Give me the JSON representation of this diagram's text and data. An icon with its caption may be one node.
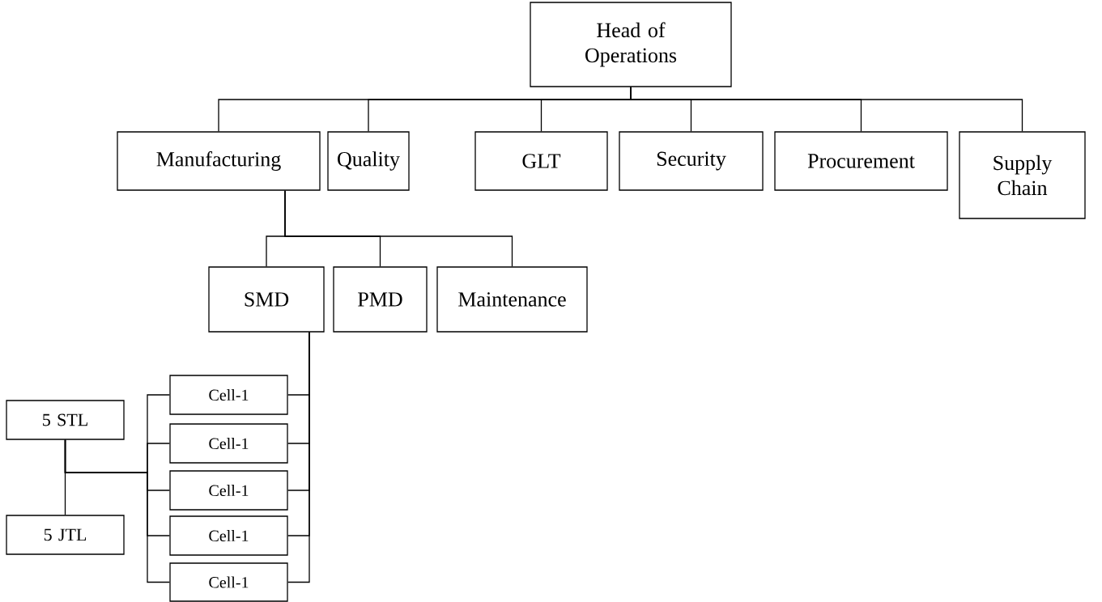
{
  "diagram": {
    "nodes": [
      {
        "text": [
          "Head of Operations"
        ]
      },
      {
        "text": [
          "Manufacturing"
        ]
      },
      {
        "text": [
          "Quality"
        ]
      },
      {
        "text": [
          "GLT"
        ]
      },
      {
        "text": [
          "Security"
        ]
      },
      {
        "text": [
          "Procurement"
        ]
      },
      {
        "text": [
          "Supply Chain"
        ]
      },
      {
        "text": [
          "SMD"
        ]
      },
      {
        "text": [
          "PMD"
        ]
      },
      {
        "text": [
          "Maintenance"
        ]
      },
      {
        "text": [
          "5 STL"
        ]
      },
      {
        "text": [
          "Cell-1"
        ]
      },
      {
        "text": [
          "Cell-1"
        ]
      },
      {
        "text": [
          "Cell-1"
        ]
      },
      {
        "text": [
          "Cell-1"
        ]
      },
      {
        "text": [
          "Cell-1"
        ]
      },
      {
        "text": [
          "5 JTL"
        ]
      }
    ],
    "edges": [
      {
        "from": 0,
        "to": 1,
        "arrow": "none"
      },
      {
        "from": 0,
        "to": 2,
        "arrow": "none"
      },
      {
        "from": 0,
        "to": 3,
        "arrow": "none"
      },
      {
        "from": 0,
        "to": 4,
        "arrow": "none"
      },
      {
        "from": 0,
        "to": 5,
        "arrow": "none"
      },
      {
        "from": 0,
        "to": 6,
        "arrow": "none"
      },
      {
        "from": 1,
        "to": 7,
        "arrow": "none"
      },
      {
        "from": 1,
        "to": 8,
        "arrow": "none"
      },
      {
        "from": 1,
        "to": 9,
        "arrow": "none"
      },
      {
        "from": 7,
        "to": 11,
        "arrow": "none"
      },
      {
        "from": 7,
        "to": 12,
        "arrow": "none"
      },
      {
        "from": 7,
        "to": 13,
        "arrow": "none"
      },
      {
        "from": 7,
        "to": 14,
        "arrow": "none"
      },
      {
        "from": 7,
        "to": 15,
        "arrow": "none"
      },
      {
        "from": 10,
        "to": 16,
        "arrow": "none"
      },
      {
        "from": 10,
        "to": 11,
        "arrow": "none"
      },
      {
        "from": 10,
        "to": 12,
        "arrow": "none"
      },
      {
        "from": 10,
        "to": 13,
        "arrow": "none"
      },
      {
        "from": 10,
        "to": 14,
        "arrow": "none"
      },
      {
        "from": 10,
        "to": 15,
        "arrow": "none"
      }
    ]
  }
}
